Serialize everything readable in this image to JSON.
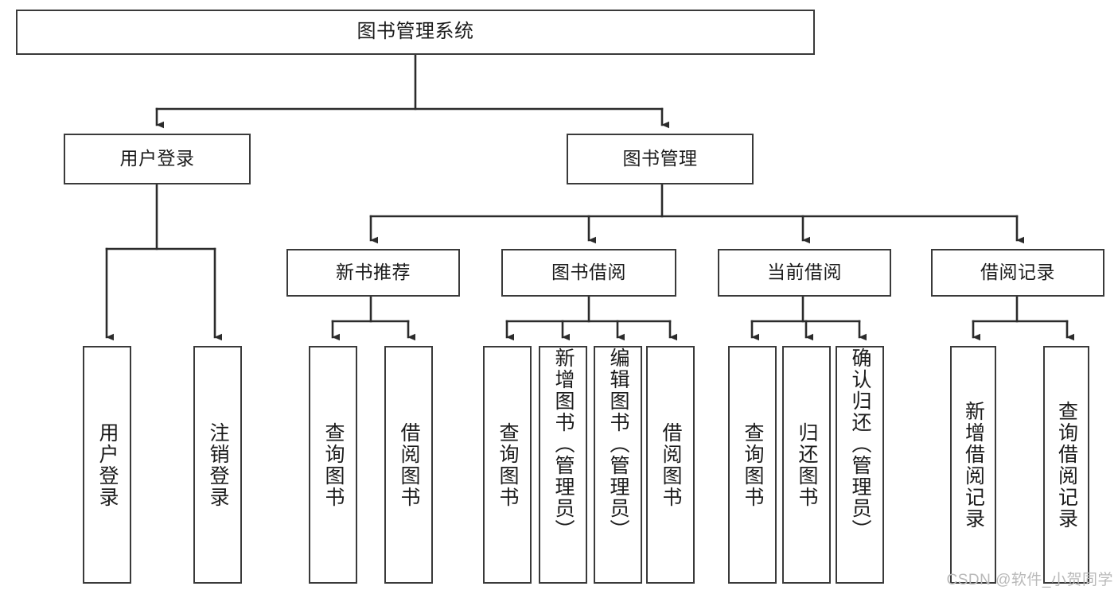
{
  "diagram": {
    "type": "tree-hierarchy",
    "title": "图书管理系统",
    "watermark": "CSDN @软件_小贺同学",
    "colors": {
      "box_border": "#3a3a3a",
      "box_fill": "#ffffff",
      "connector": "#2b2b2b",
      "text": "#1b1b1b",
      "watermark": "#b9b9b9"
    },
    "nodes": {
      "root": {
        "label": "图书管理系统",
        "level": 1,
        "orientation": "horizontal"
      },
      "user_login": {
        "label": "用户登录",
        "level": 2,
        "orientation": "horizontal"
      },
      "book_manage": {
        "label": "图书管理",
        "level": 2,
        "orientation": "horizontal"
      },
      "new_book_rec": {
        "label": "新书推荐",
        "level": 3,
        "orientation": "horizontal"
      },
      "book_borrow": {
        "label": "图书借阅",
        "level": 3,
        "orientation": "horizontal"
      },
      "current_borrow": {
        "label": "当前借阅",
        "level": 3,
        "orientation": "horizontal"
      },
      "borrow_record": {
        "label": "借阅记录",
        "level": 3,
        "orientation": "horizontal"
      },
      "leaf_user_login": {
        "label": "用户登录",
        "level": 4,
        "orientation": "vertical"
      },
      "leaf_logout": {
        "label": "注销登录",
        "level": 4,
        "orientation": "vertical"
      },
      "leaf_query_book_1": {
        "label": "查询图书",
        "level": 4,
        "orientation": "vertical"
      },
      "leaf_borrow_book_1": {
        "label": "借阅图书",
        "level": 4,
        "orientation": "vertical"
      },
      "leaf_query_book_2": {
        "label": "查询图书",
        "level": 4,
        "orientation": "vertical"
      },
      "leaf_add_book": {
        "label": "新增图书（管理员）",
        "level": 4,
        "orientation": "vertical"
      },
      "leaf_edit_book": {
        "label": "编辑图书（管理员）",
        "level": 4,
        "orientation": "vertical"
      },
      "leaf_borrow_book_2": {
        "label": "借阅图书",
        "level": 4,
        "orientation": "vertical"
      },
      "leaf_query_book_3": {
        "label": "查询图书",
        "level": 4,
        "orientation": "vertical"
      },
      "leaf_return_book": {
        "label": "归还图书",
        "level": 4,
        "orientation": "vertical"
      },
      "leaf_confirm_return": {
        "label": "确认归还（管理员）",
        "level": 4,
        "orientation": "vertical"
      },
      "leaf_add_record": {
        "label": "新增借阅记录",
        "level": 4,
        "orientation": "vertical"
      },
      "leaf_query_record": {
        "label": "查询借阅记录",
        "level": 4,
        "orientation": "vertical"
      }
    },
    "edges": [
      {
        "from": "root",
        "to": "user_login"
      },
      {
        "from": "root",
        "to": "book_manage"
      },
      {
        "from": "user_login",
        "to": "leaf_user_login"
      },
      {
        "from": "user_login",
        "to": "leaf_logout"
      },
      {
        "from": "book_manage",
        "to": "new_book_rec"
      },
      {
        "from": "book_manage",
        "to": "book_borrow"
      },
      {
        "from": "book_manage",
        "to": "current_borrow"
      },
      {
        "from": "book_manage",
        "to": "borrow_record"
      },
      {
        "from": "new_book_rec",
        "to": "leaf_query_book_1"
      },
      {
        "from": "new_book_rec",
        "to": "leaf_borrow_book_1"
      },
      {
        "from": "book_borrow",
        "to": "leaf_query_book_2"
      },
      {
        "from": "book_borrow",
        "to": "leaf_add_book"
      },
      {
        "from": "book_borrow",
        "to": "leaf_edit_book"
      },
      {
        "from": "book_borrow",
        "to": "leaf_borrow_book_2"
      },
      {
        "from": "current_borrow",
        "to": "leaf_query_book_3"
      },
      {
        "from": "current_borrow",
        "to": "leaf_return_book"
      },
      {
        "from": "current_borrow",
        "to": "leaf_confirm_return"
      },
      {
        "from": "borrow_record",
        "to": "leaf_add_record"
      },
      {
        "from": "borrow_record",
        "to": "leaf_query_record"
      }
    ]
  }
}
